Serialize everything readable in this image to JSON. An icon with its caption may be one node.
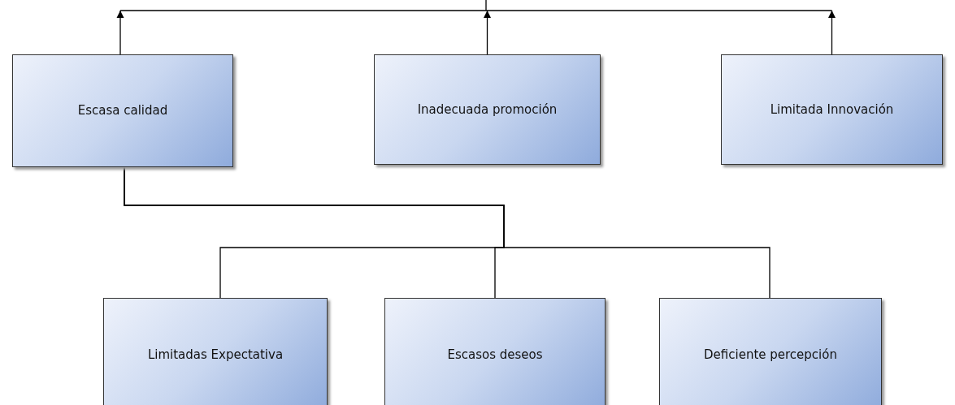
{
  "diagram": {
    "nodes": [
      {
        "text": [
          "Escasa calidad"
        ]
      },
      {
        "text": [
          "Inadecuada promoción"
        ]
      },
      {
        "text": [
          "Limitada Innovación"
        ]
      },
      {
        "text": [
          "Limitadas Expectativa"
        ]
      },
      {
        "text": [
          "Escasos deseos"
        ]
      },
      {
        "text": [
          "Deficiente percepción"
        ]
      }
    ],
    "edges": [
      {
        "from": 0,
        "to": null,
        "arrow": "to"
      },
      {
        "from": 1,
        "to": null,
        "arrow": "to"
      },
      {
        "from": 2,
        "to": null,
        "arrow": "to"
      },
      {
        "from": 0,
        "to": 3,
        "arrow": "none"
      },
      {
        "from": 0,
        "to": 4,
        "arrow": "none"
      },
      {
        "from": 0,
        "to": 5,
        "arrow": "none"
      }
    ]
  }
}
